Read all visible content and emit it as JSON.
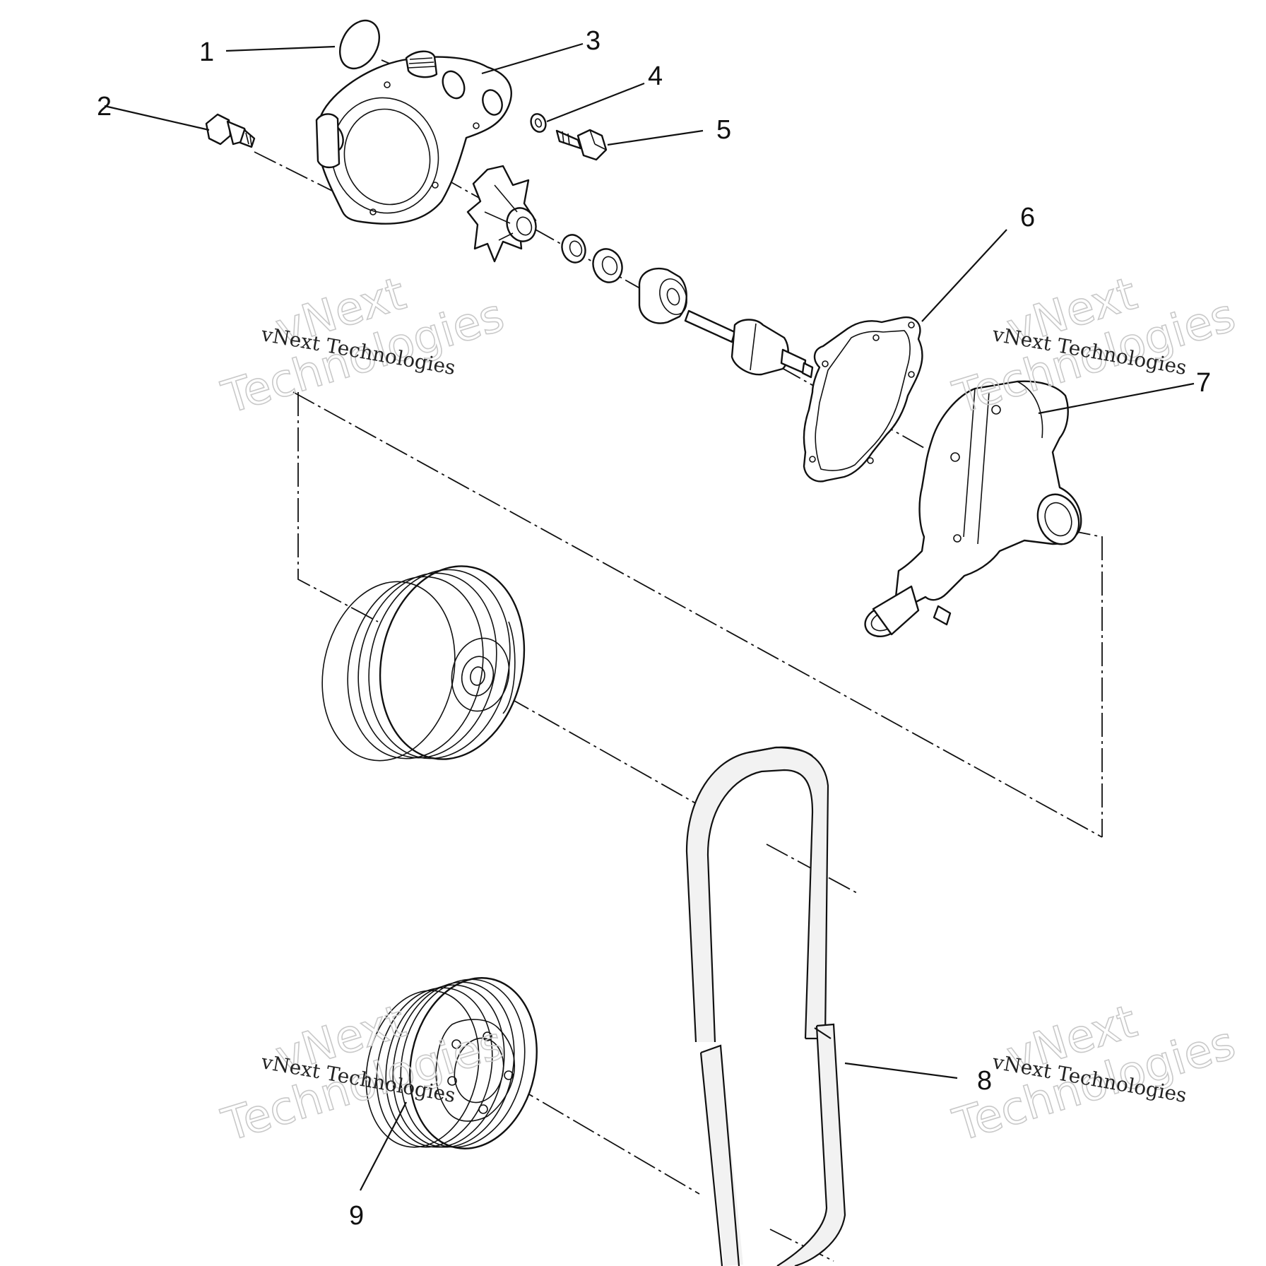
{
  "callouts": [
    "1",
    "2",
    "3",
    "4",
    "5",
    "6",
    "7",
    "8",
    "9"
  ],
  "watermark": {
    "line1": "vNext",
    "line2": "Technologies",
    "caption": "vNext Technologies"
  }
}
